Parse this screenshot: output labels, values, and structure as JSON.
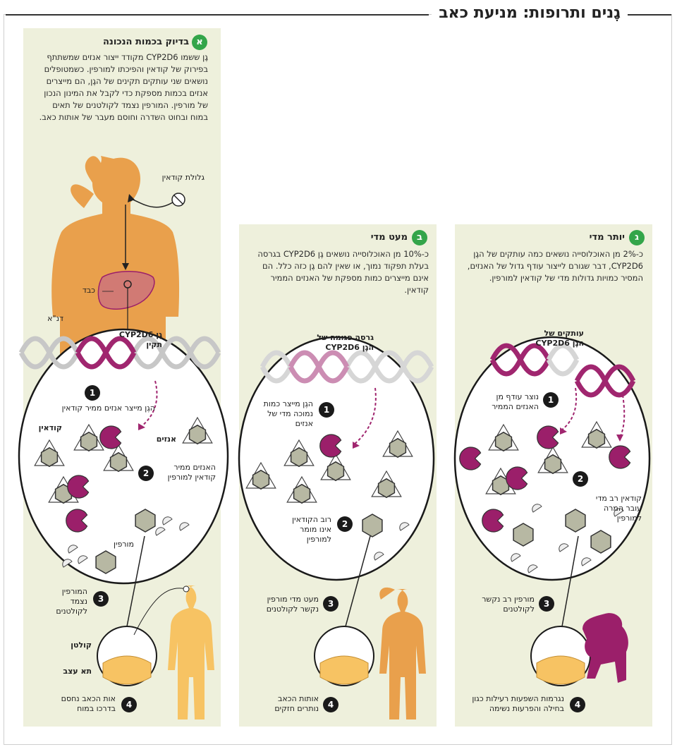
{
  "title": "גֶנים ותרופות: מניעת כאב",
  "colors": {
    "panel_bg": "#eef0dc",
    "badge_green": "#33a54a",
    "enzyme_purple": "#9b1f6a",
    "dna_purple": "#a0266f",
    "body_orange": "#e9a04c",
    "body_light": "#f7c363",
    "codeine_gray": "#b7b8a3"
  },
  "panels": [
    {
      "badge": "א",
      "title": "בדיוק בכמות הנכונה",
      "text": "גֶן ששמו CYP2D6 מקודד ייצור אנזים שמשתתף בפירוק של קודאין והפיכתו למורפין. כשמטופלים נושאים שני עותקים תקינים של הגֶן, הם מייצרים אנזים בכמות מספקת כדי לקבל את המינון הנכון של מורפין. המורפין נצמד לקולטנים של תאים במוח ובחוט השדרה וחוסם מעבר של אותות כאב.",
      "labels": {
        "pill": "גלולת קודאין",
        "liver": "כבד",
        "dna": "דנ\"א",
        "gene": "גֶן CYP2D6\nתקין",
        "codeine": "קודאין",
        "enzyme": "אנזים",
        "morphine": "מורפין",
        "receptor": "קולטן",
        "nerve_cell": "תא עצב"
      },
      "steps": [
        {
          "num": "1",
          "text": "הגֶן מייצר אנזים ממיר קודאין"
        },
        {
          "num": "2",
          "text": "האנזים ממיר\nקודאין למורפין"
        },
        {
          "num": "3",
          "text": "המורפין\nנצמד\nלקולטנים"
        },
        {
          "num": "4",
          "text": "אות הכאב נחסם\nבדרכו במוח"
        }
      ]
    },
    {
      "badge": "ב",
      "title": "מעט מדי",
      "text": "כ-10% מן האוכלוסייה נושאים גֶן CYP2D6 בגרסה בעלת תפקוד נמוך, או שאין להם גֶן כזה כלל. הם אינם מייצרים כמות מספקת של האנזים הממיר קודאין.",
      "labels": {
        "gene": "גרסה פגומה של\nהגֶן CYP2D6"
      },
      "steps": [
        {
          "num": "1",
          "text": "הגֶן מייצר כמות\nנמוכה מדי של\nאנזים"
        },
        {
          "num": "2",
          "text": "רוב הקודאין\nאינו מומר\nלמורפין"
        },
        {
          "num": "3",
          "text": "מעט מדי מורפין\nנקשר לקולטנים"
        },
        {
          "num": "4",
          "text": "אותות הכאב\nנותרים חזקים"
        }
      ]
    },
    {
      "badge": "ג",
      "title": "יותר מדי",
      "text": "כ-2% מן האוכלוסייה נושאים כמה עותקים של הגֶן CYP2D6, דבר שגורם לייצור עודף גדול של האנזים, המסיר כמויות גדולות מדי של קודאין למורפין.",
      "labels": {
        "gene": "עותקים של\nהגֶן CYP2D6"
      },
      "steps": [
        {
          "num": "1",
          "text": "נוצר עודף מן\nהאנזים הממיר"
        },
        {
          "num": "2",
          "text": "קודאין רב מדי\nעובר המרה\nלמורפין"
        },
        {
          "num": "3",
          "text": "מורפין רב נקשר\nלקולטנים"
        },
        {
          "num": "4",
          "text": "נגרמות השפעות רעילות כגון\nבחילה והפרעות נשימה"
        }
      ]
    }
  ]
}
